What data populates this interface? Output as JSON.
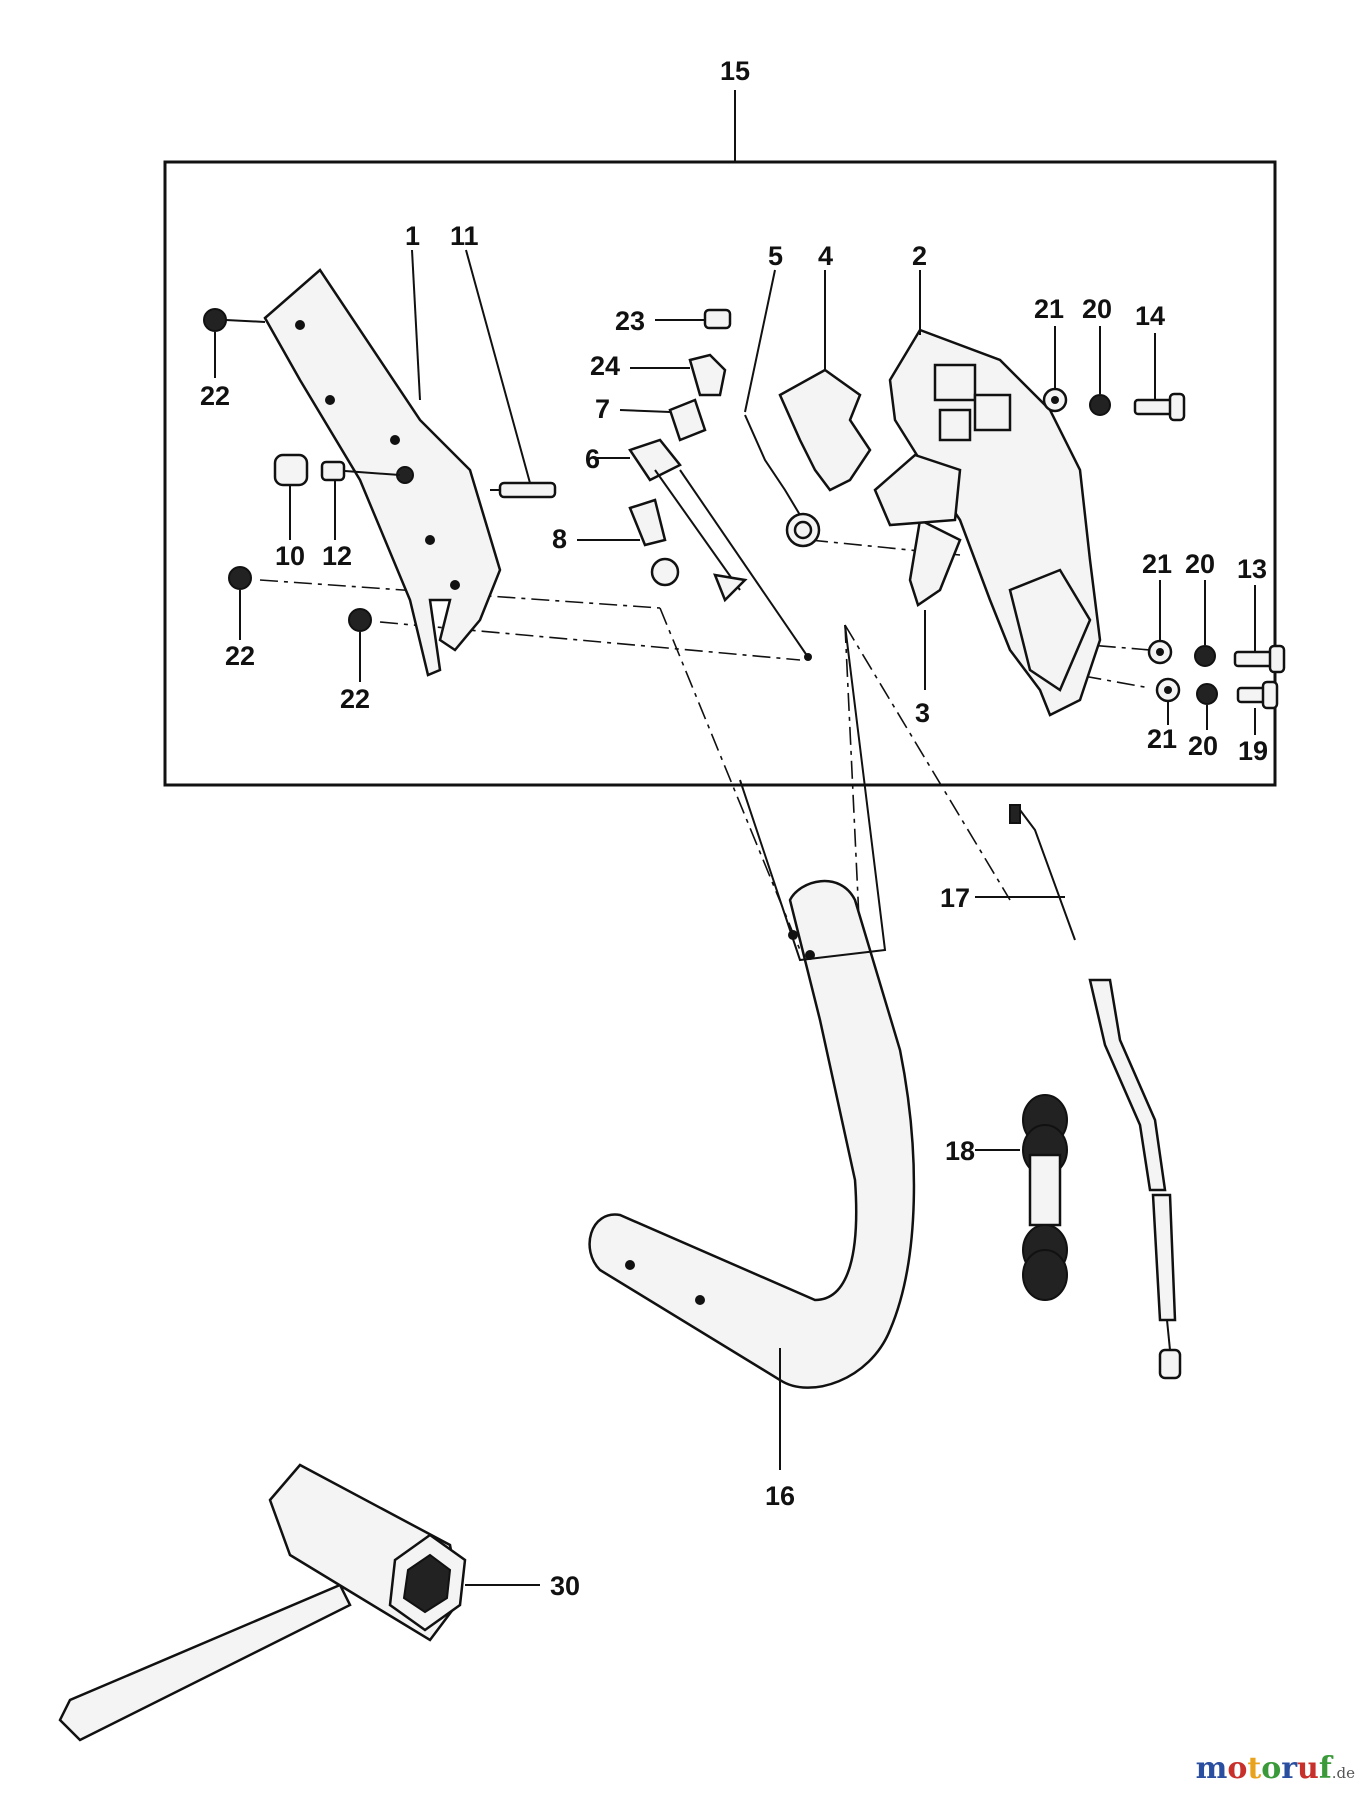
{
  "diagram": {
    "labels": {
      "l15": "15",
      "l1": "1",
      "l11": "11",
      "l5": "5",
      "l4": "4",
      "l2": "2",
      "l21a": "21",
      "l20a": "20",
      "l14": "14",
      "l23": "23",
      "l24": "24",
      "l7": "7",
      "l6": "6",
      "l8": "8",
      "l22a": "22",
      "l10": "10",
      "l12": "12",
      "l22b": "22",
      "l22c": "22",
      "l21b": "21",
      "l20b": "20",
      "l13": "13",
      "l3": "3",
      "l21c": "21",
      "l20c": "20",
      "l19": "19",
      "l17": "17",
      "l18": "18",
      "l16": "16",
      "l30": "30"
    }
  },
  "watermark": {
    "letters": [
      "m",
      "o",
      "t",
      "o",
      "r",
      "u",
      "f"
    ],
    "colors": [
      "#2a4fa0",
      "#c8302c",
      "#e8a21c",
      "#3a9a3a",
      "#2a4fa0",
      "#c8302c",
      "#3a9a3a"
    ],
    "suffix": ".de"
  }
}
